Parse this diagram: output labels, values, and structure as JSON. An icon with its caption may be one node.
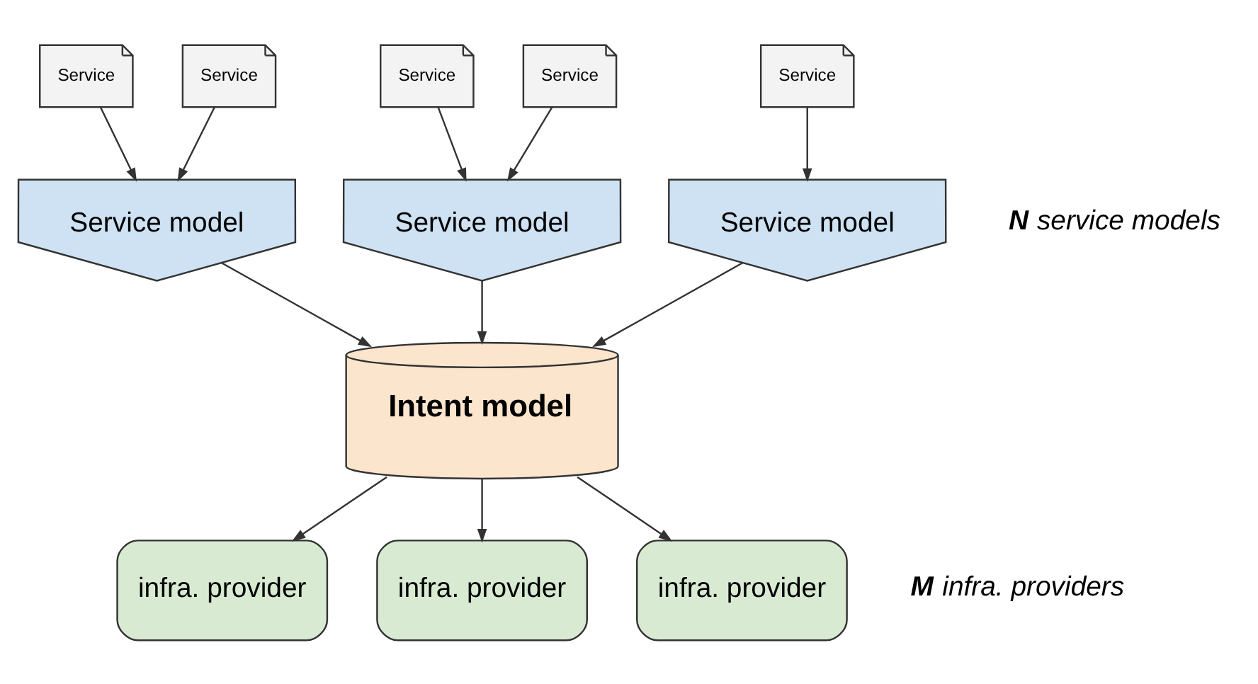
{
  "diagram": {
    "nodes": [
      {
        "text": [
          "Service"
        ]
      },
      {
        "text": [
          "Service"
        ]
      },
      {
        "text": [
          "Service"
        ]
      },
      {
        "text": [
          "Service"
        ]
      },
      {
        "text": [
          "Service"
        ]
      },
      {
        "text": [
          "Service model"
        ]
      },
      {
        "text": [
          "Service model"
        ]
      },
      {
        "text": [
          "Service model"
        ]
      },
      {
        "text": [
          "Intent model"
        ]
      },
      {
        "text": [
          "infra. provider"
        ]
      },
      {
        "text": [
          "infra. provider"
        ]
      },
      {
        "text": [
          "infra. provider"
        ]
      }
    ],
    "edges": [
      {
        "from": 0,
        "to": 5,
        "arrow": "to"
      },
      {
        "from": 1,
        "to": 5,
        "arrow": "to"
      },
      {
        "from": 2,
        "to": 6,
        "arrow": "to"
      },
      {
        "from": 3,
        "to": 6,
        "arrow": "to"
      },
      {
        "from": 4,
        "to": 7,
        "arrow": "to"
      },
      {
        "from": 5,
        "to": 8,
        "arrow": "to"
      },
      {
        "from": 6,
        "to": 8,
        "arrow": "to"
      },
      {
        "from": 7,
        "to": 8,
        "arrow": "to"
      },
      {
        "from": 8,
        "to": 9,
        "arrow": "to"
      },
      {
        "from": 8,
        "to": 10,
        "arrow": "to"
      },
      {
        "from": 8,
        "to": 11,
        "arrow": "to"
      }
    ],
    "labels": [
      "**N** service models",
      "**M** infra. providers"
    ]
  }
}
